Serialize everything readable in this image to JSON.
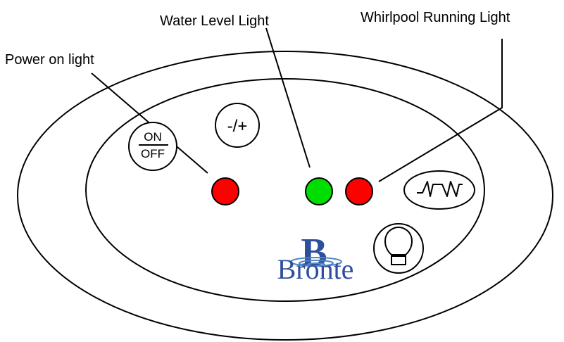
{
  "labels": {
    "power_on_light": "Power on light",
    "water_level_light": "Water Level Light",
    "whirlpool_running_light": "Whirlpool Running Light"
  },
  "buttons": {
    "on_text": "ON",
    "off_text": "OFF",
    "minus_plus_text": "-/+",
    "whirlpool_icon": "whirlpool-wave-icon",
    "light_icon": "light-bulb-icon"
  },
  "indicators": {
    "power_on": {
      "state": "on",
      "color": "#ff0000"
    },
    "water_level": {
      "state": "on",
      "color": "#00dd00"
    },
    "whirlpool_running": {
      "state": "on",
      "color": "#ff0000"
    }
  },
  "brand": {
    "logo_letter": "B",
    "name": "Bronte",
    "color": "#2e4f9e",
    "water_color": "#4f86c6"
  },
  "colors": {
    "outline": "#000000",
    "background": "#ffffff"
  }
}
